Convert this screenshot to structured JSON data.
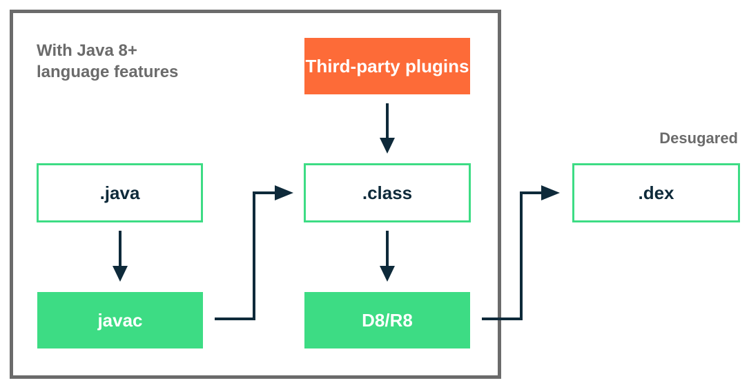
{
  "diagram": {
    "frame_title": "With Java 8+\nlanguage features",
    "nodes": {
      "java": ".java",
      "javac": "javac",
      "class": ".class",
      "third_party": "Third-party plugins",
      "d8r8": "D8/R8",
      "dex": ".dex"
    },
    "output_label": "Desugared",
    "colors": {
      "green": "#3ddc84",
      "orange": "#fd6b38",
      "navy": "#0e2a3a",
      "frame_gray": "#6b6b6b"
    }
  }
}
